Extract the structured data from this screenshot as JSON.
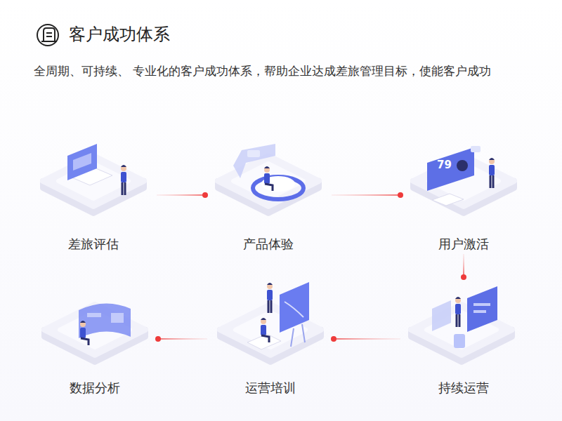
{
  "diagram": {
    "title": "客户成功体系",
    "nodes": [
      {
        "text": [
          "差旅评估"
        ]
      },
      {
        "text": [
          "产品体验"
        ]
      },
      {
        "text": [
          "用户激活"
        ]
      },
      {
        "text": [
          "数据分析"
        ]
      },
      {
        "text": [
          "运营培训"
        ]
      },
      {
        "text": [
          "持续运营"
        ]
      }
    ],
    "edges": [
      {
        "from": 0,
        "to": 1,
        "arrow": "to"
      },
      {
        "from": 1,
        "to": 2,
        "arrow": "to"
      },
      {
        "from": 2,
        "to": 5,
        "arrow": "to"
      },
      {
        "from": 5,
        "to": 4,
        "arrow": "to"
      },
      {
        "from": 4,
        "to": 3,
        "arrow": "to"
      }
    ],
    "labels": [
      "全周期、可持续、 专业化的客户成功体系，帮助企业达成差旅管理目标，使能客户成功",
      "79"
    ]
  }
}
